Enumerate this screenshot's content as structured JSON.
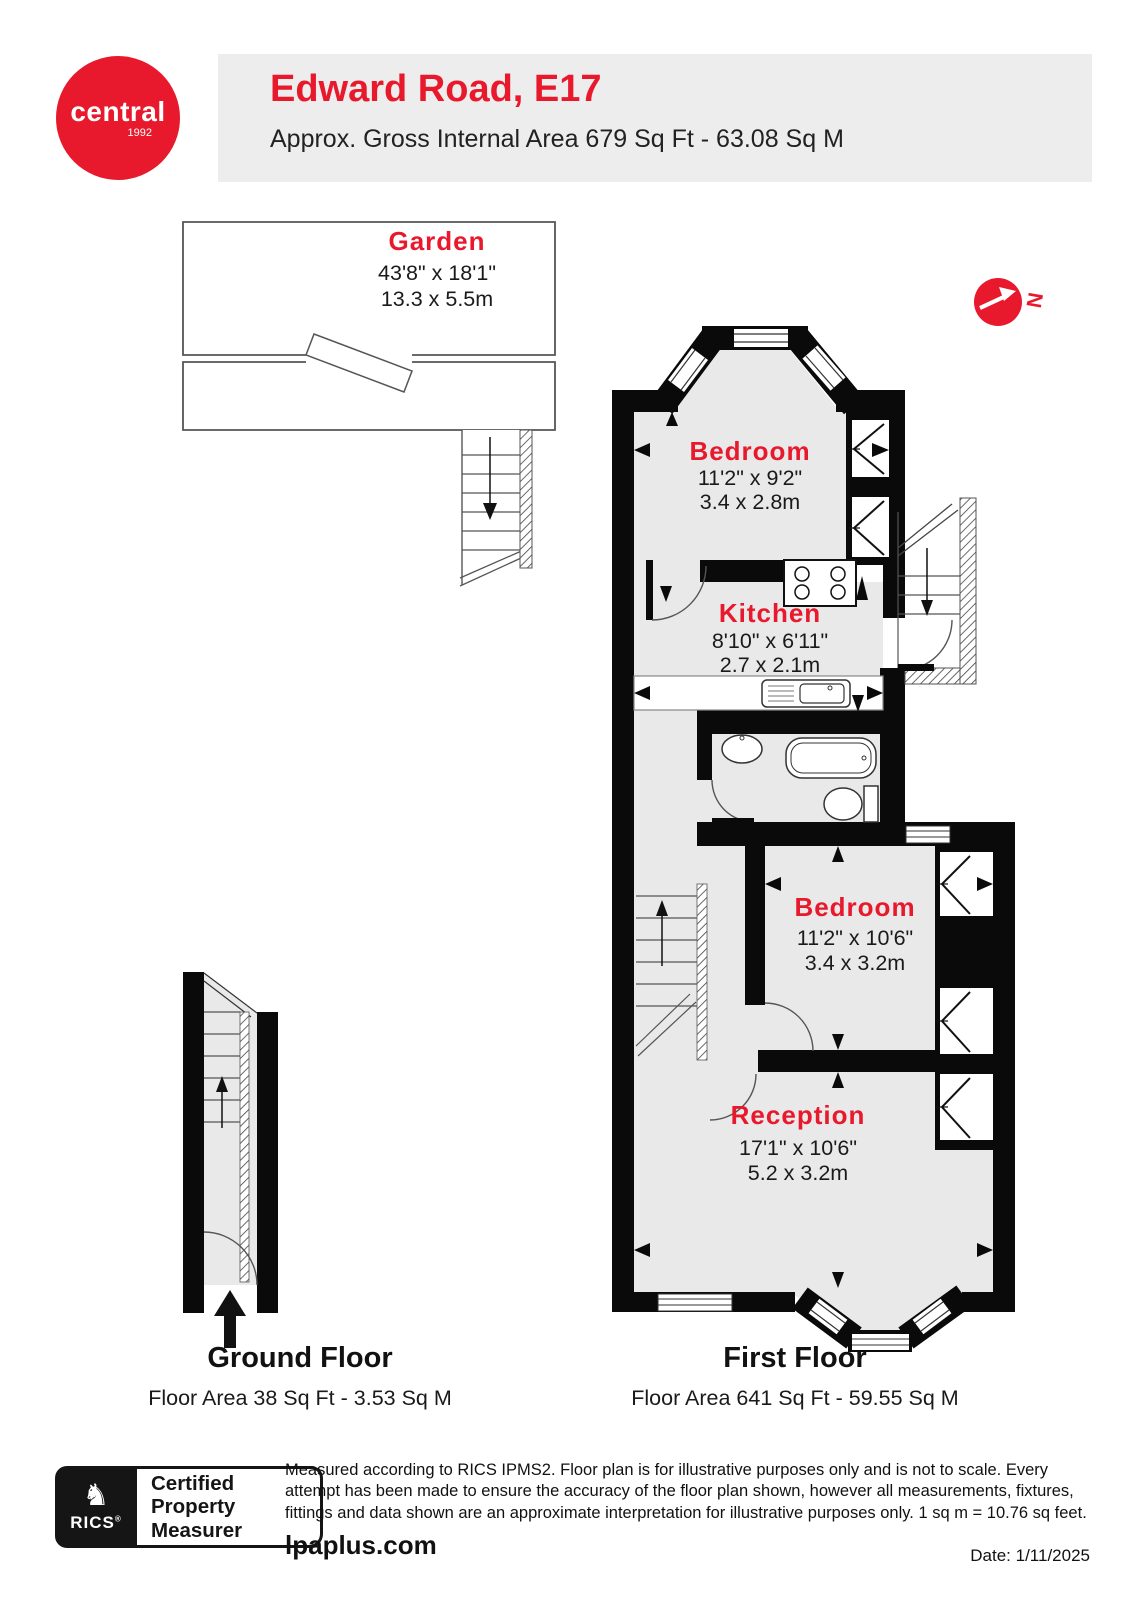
{
  "header": {
    "logo": {
      "brand": "central",
      "year": "1992"
    },
    "title": "Edward Road, E17",
    "subtitle": "Approx. Gross Internal Area 679 Sq Ft - 63.08 Sq M"
  },
  "compass": {
    "label": "N"
  },
  "garden": {
    "name": "Garden",
    "dims_ft": "43'8\" x 18'1\"",
    "dims_m": "13.3 x 5.5m"
  },
  "rooms": {
    "bedroom1": {
      "name": "Bedroom",
      "dims_ft": "11'2\" x 9'2\"",
      "dims_m": "3.4 x 2.8m"
    },
    "kitchen": {
      "name": "Kitchen",
      "dims_ft": "8'10\" x 6'11\"",
      "dims_m": "2.7 x 2.1m"
    },
    "bedroom2": {
      "name": "Bedroom",
      "dims_ft": "11'2\" x 10'6\"",
      "dims_m": "3.4 x 3.2m"
    },
    "reception": {
      "name": "Reception",
      "dims_ft": "17'1\" x 10'6\"",
      "dims_m": "5.2 x 3.2m"
    }
  },
  "floors": {
    "ground": {
      "label": "Ground Floor",
      "area": "Floor Area 38 Sq Ft - 3.53 Sq M"
    },
    "first": {
      "label": "First Floor",
      "area": "Floor Area 641 Sq Ft - 59.55 Sq M"
    }
  },
  "footer": {
    "rics_badge": {
      "org": "RICS",
      "reg": "®",
      "line1": "Certified",
      "line2": "Property",
      "line3": "Measurer"
    },
    "disclaimer": "Measured according to RICS IPMS2. Floor plan is for illustrative purposes only and is not to scale. Every attempt has been made to ensure the accuracy of the floor plan shown, however all measurements, fixtures, fittings and data shown are an approximate interpretation for illustrative purposes only. 1 sq m = 10.76 sq feet.",
    "website": "lpaplus.com",
    "date": "Date: 1/11/2025"
  },
  "colors": {
    "brand_red": "#e8192c",
    "wall": "#0a0a0a",
    "room_fill": "#e9e9e9"
  }
}
